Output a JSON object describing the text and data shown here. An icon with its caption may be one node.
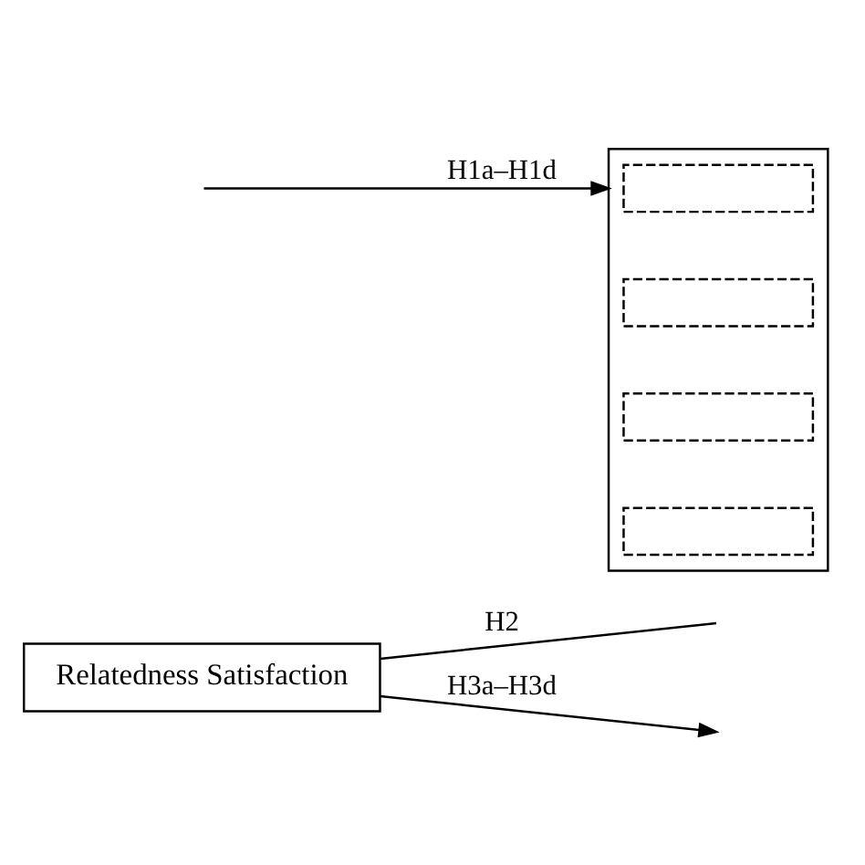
{
  "diagram": {
    "nodes": [
      {
        "text": [
          "Relatedness Satisfaction"
        ]
      },
      {
        "text": [],
        "shape": "box"
      },
      {
        "text": [],
        "shape": "box",
        "in": 1
      },
      {
        "text": [],
        "shape": "box",
        "in": 1
      },
      {
        "text": [],
        "shape": "box",
        "in": 1
      },
      {
        "text": [],
        "shape": "box",
        "in": 1
      }
    ],
    "edges": [
      {
        "from": 0,
        "to": null,
        "arrow": "none",
        "label": "H2"
      },
      {
        "from": 0,
        "to": null,
        "arrow": "to",
        "label": "H3a–H3d"
      },
      {
        "from": null,
        "to": 1,
        "arrow": "to",
        "label": "H1a–H1d"
      }
    ]
  }
}
